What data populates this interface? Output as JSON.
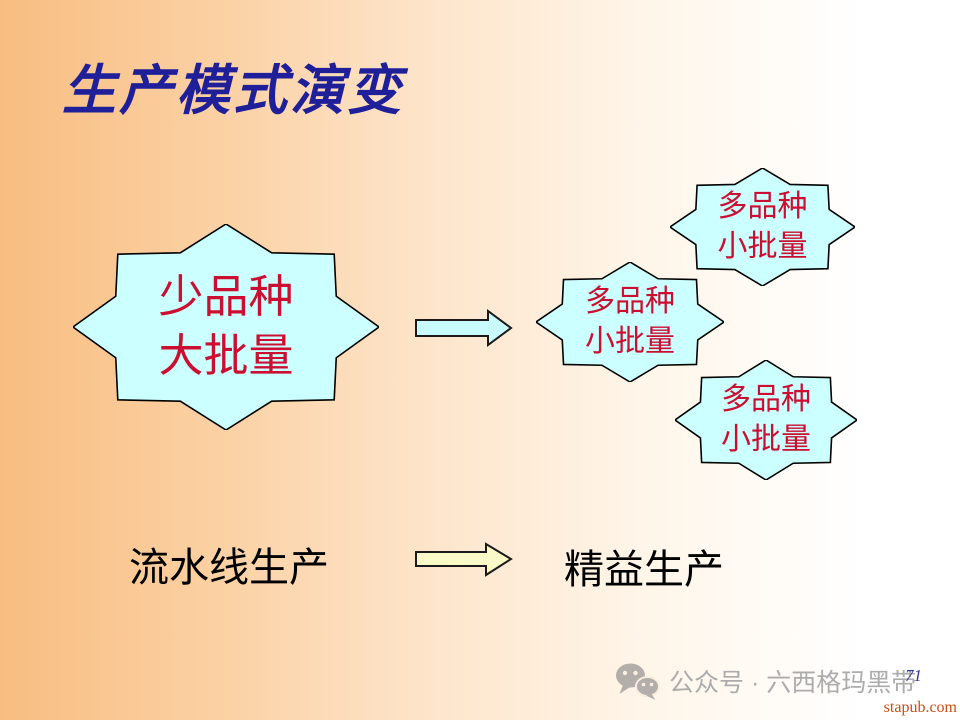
{
  "slide": {
    "title": "生产模式演变",
    "big_star": {
      "line1": "少品种",
      "line2": "大批量"
    },
    "small_star": {
      "line1": "多品种",
      "line2": "小批量"
    },
    "bottom": {
      "left_label": "流水线生产",
      "right_label": "精益生产"
    },
    "footer": {
      "watermark_text": "公众号 · 六西格玛黑带",
      "page_number": "71",
      "site": "stapub.com"
    },
    "colors": {
      "background_left": "#F8BD81",
      "background_right": "#FFFFFF",
      "title_text": "#1F1F99",
      "star_fill": "#CCFFFF",
      "star_border": "#000000",
      "star_text": "#CC0E30",
      "cyan_arrow_fill": "#C9FCFE",
      "yellow_arrow_fill": "#FAFAC8",
      "body_text": "#000000",
      "watermark_text_color": "#ACACAC",
      "page_number_color": "#333399",
      "site_color": "#C8500F"
    }
  }
}
